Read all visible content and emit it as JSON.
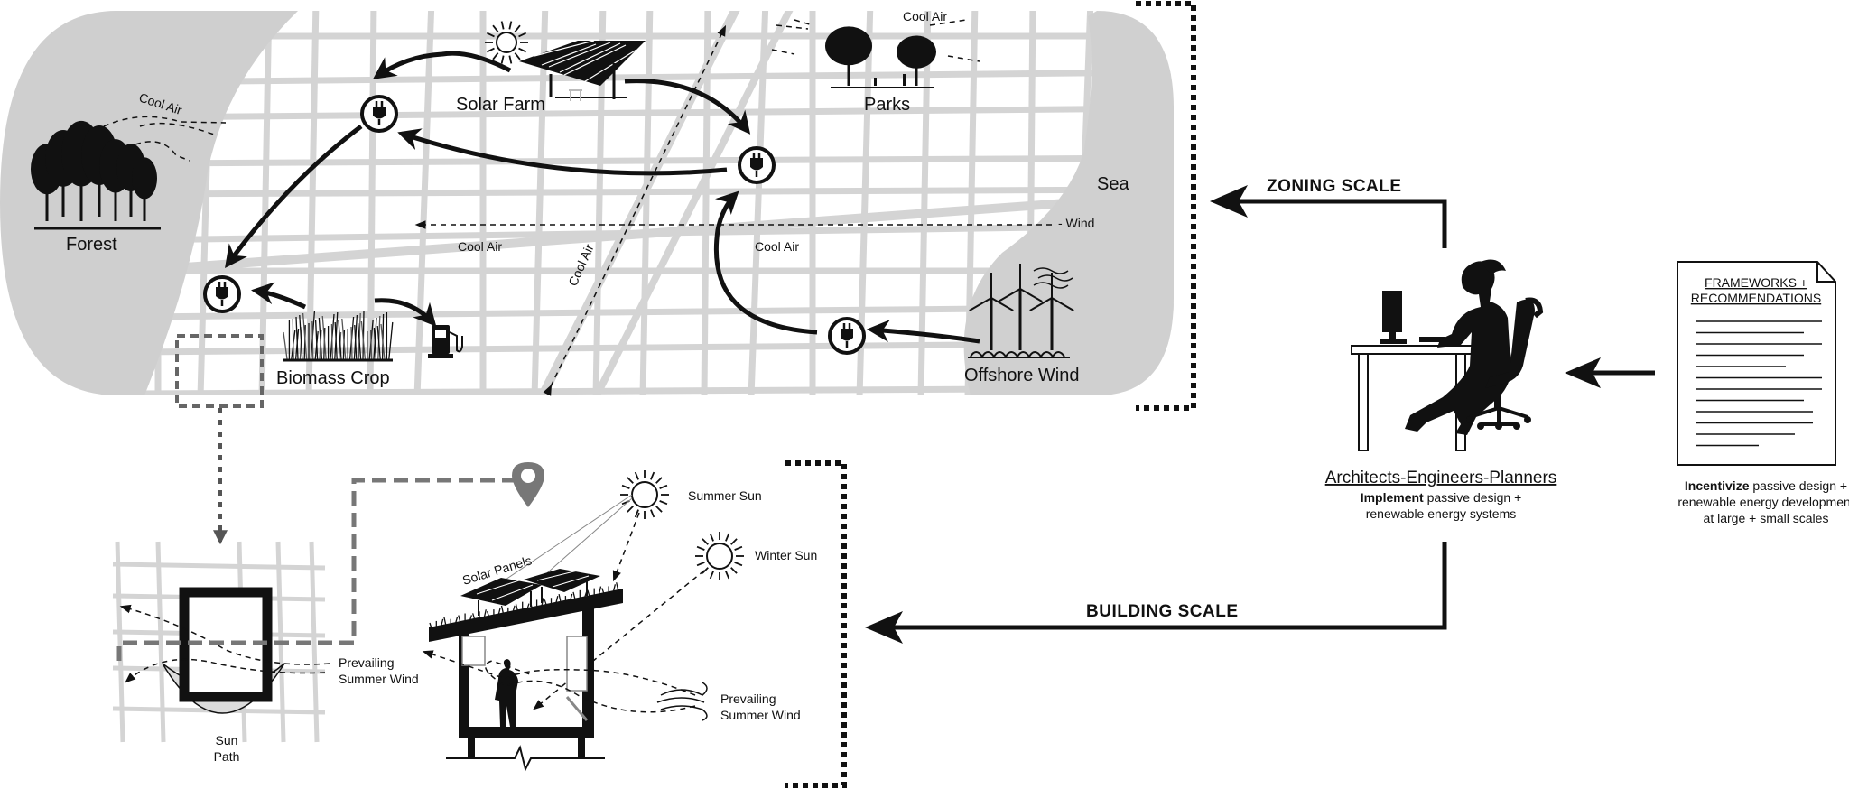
{
  "map": {
    "labels": {
      "forest": "Forest",
      "solar_farm": "Solar Farm",
      "parks": "Parks",
      "sea": "Sea",
      "biomass_crop": "Biomass Crop",
      "offshore_wind": "Offshore Wind",
      "cool_air_forest": "Cool Air",
      "cool_air_parks": "Cool Air",
      "cool_air_left": "Cool Air",
      "cool_air_right": "Cool Air",
      "cool_air_diagonal": "Cool Air",
      "wind": "- Wind"
    }
  },
  "building": {
    "summer_sun": "Summer Sun",
    "winter_sun": "Winter Sun",
    "solar_panels": "Solar Panels",
    "prevailing_wind_section": [
      "Prevailing",
      "Summer Wind"
    ],
    "prevailing_wind_plan": [
      "Prevailing",
      "Summer Wind"
    ],
    "sun_path": [
      "Sun",
      "Path"
    ]
  },
  "scales": {
    "zoning": "ZONING SCALE",
    "building": "BUILDING SCALE"
  },
  "actors": {
    "role": "Architects-Engineers-Planners",
    "implement_bold": "Implement",
    "implement_rest": " passive design +",
    "implement_line2": "renewable energy systems"
  },
  "document": {
    "title_line1": "FRAMEWORKS +",
    "title_line2": "RECOMMENDATIONS",
    "caption_bold": "Incentivize",
    "caption_rest": " passive design +",
    "caption_line2": "renewable energy development",
    "caption_line3": "at large + small scales"
  },
  "icons": [
    "plug-icon",
    "sun-icon",
    "fuel-pump-icon",
    "wind-turbine-icon",
    "tree-icon",
    "solar-panel-icon",
    "person-at-desk-icon",
    "document-icon",
    "location-pin-icon"
  ]
}
